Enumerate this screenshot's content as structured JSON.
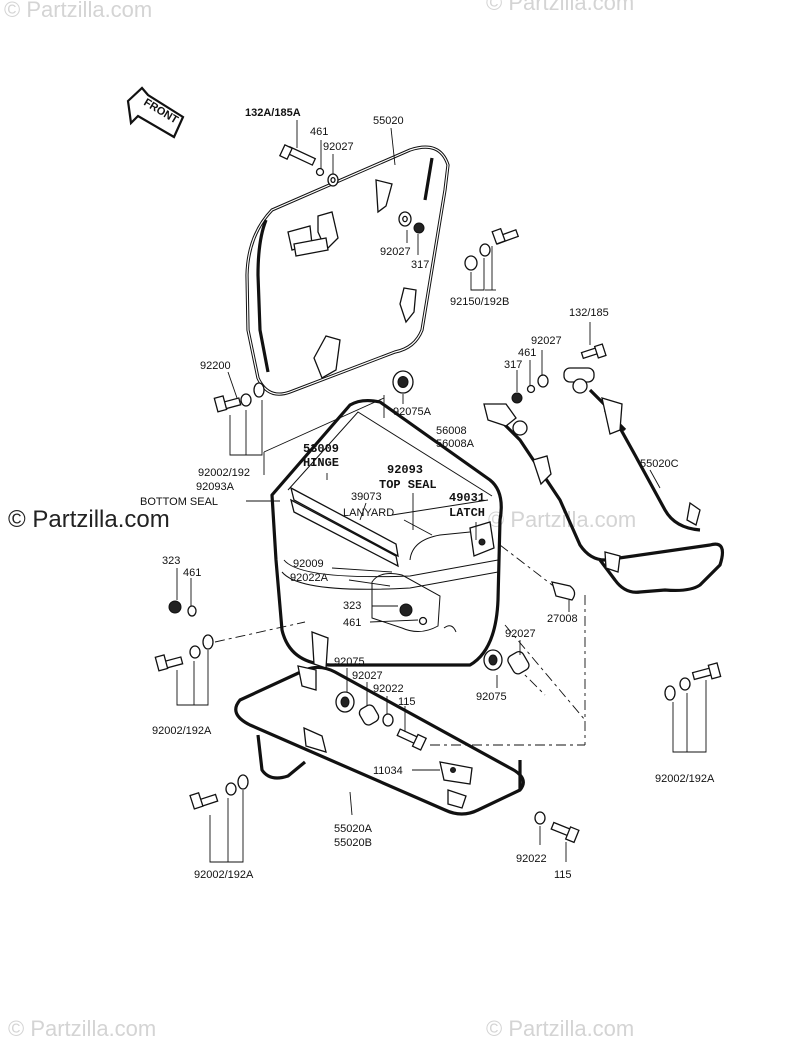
{
  "watermarks": {
    "top_left": "© Partzilla.com",
    "top_right": "© Partzilla.com",
    "middle_left": "© Partzilla.com",
    "middle_right": "© Partzilla.com",
    "bottom_left": "© Partzilla.com",
    "bottom_right": "© Partzilla.com"
  },
  "front_arrow": {
    "text": "FRONT"
  },
  "labels": {
    "l_132a_185a": "132A/185A",
    "l_461_top": "461",
    "l_55020": "55020",
    "l_92027_top": "92027",
    "l_92027_mid": "92027",
    "l_317_top": "317",
    "l_92150_192b": "92150/192B",
    "l_132_185": "132/185",
    "l_92027_right": "92027",
    "l_461_right": "461",
    "l_317_right": "317",
    "l_92200": "92200",
    "l_92075a": "92075A",
    "l_56008": "56008",
    "l_56008a": "56008A",
    "l_53009": "53009",
    "l_hinge": "HINGE",
    "l_92093": "92093",
    "l_top_seal": "TOP SEAL",
    "l_92002_192": "92002/192",
    "l_92093a": "92093A",
    "l_bottom_seal": "BOTTOM SEAL",
    "l_39073": "39073",
    "l_lanyard": "LANYARD",
    "l_49031": "49031",
    "l_latch": "LATCH",
    "l_55020c": "55020C",
    "l_323_left": "323",
    "l_461_left": "461",
    "l_92009": "92009",
    "l_92022a": "92022A",
    "l_323_box": "323",
    "l_461_box": "461",
    "l_27008": "27008",
    "l_92027_lower": "92027",
    "l_92075_right": "92075",
    "l_92075_left": "92075",
    "l_92027_low2": "92027",
    "l_92022_mid": "92022",
    "l_115_mid": "115",
    "l_92002_192a_left": "92002/192A",
    "l_92002_192a_right": "92002/192A",
    "l_11034": "11034",
    "l_55020a": "55020A",
    "l_55020b": "55020B",
    "l_92022_bottom": "92022",
    "l_115_bottom": "115",
    "l_92002_192a_bottom": "92002/192A"
  }
}
